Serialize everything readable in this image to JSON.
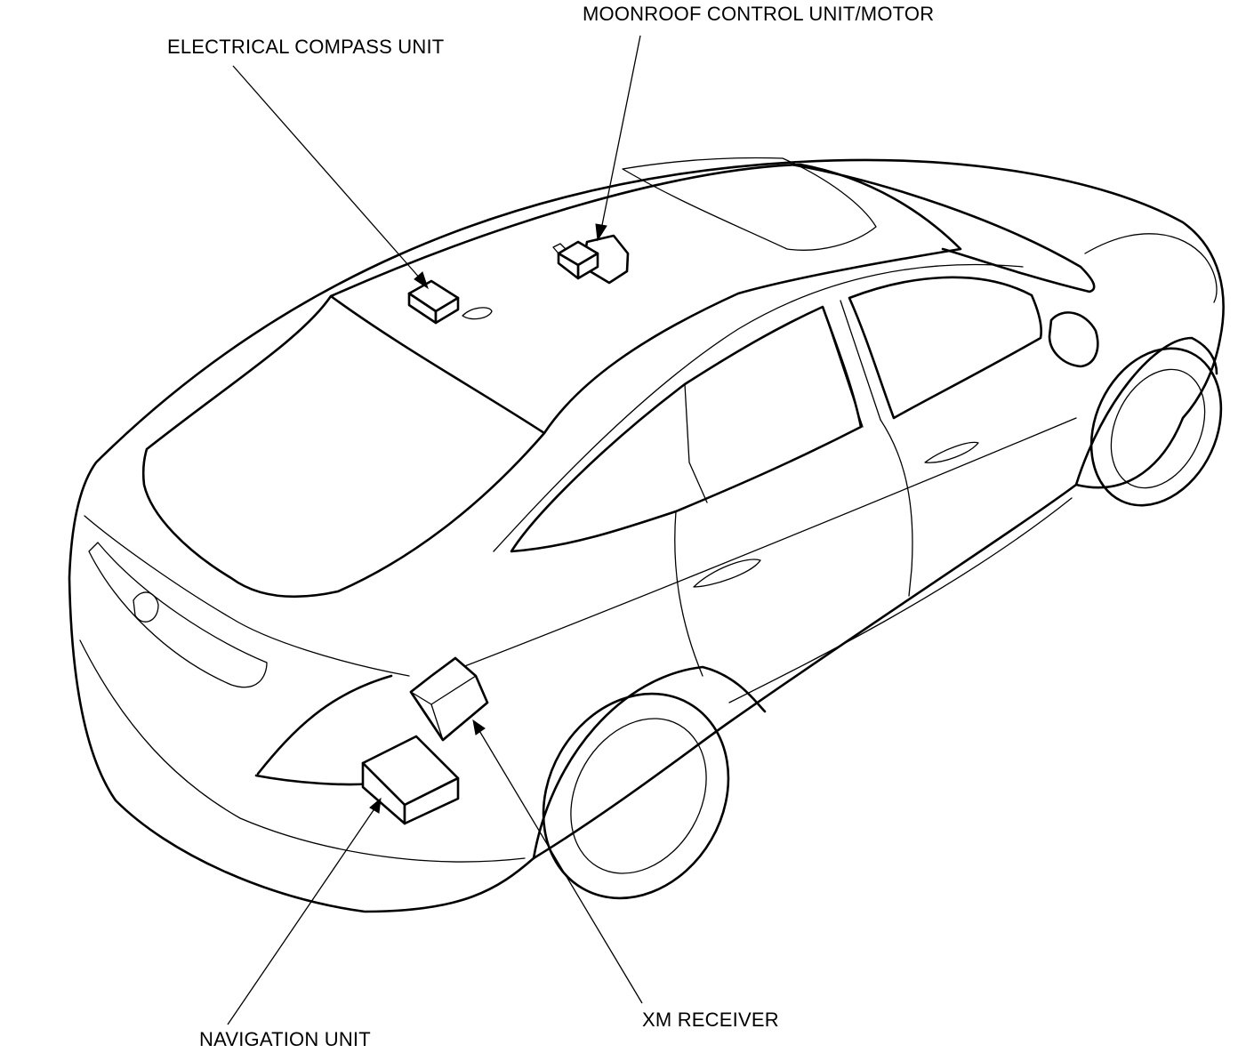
{
  "labels": {
    "moonroof": "MOONROOF CONTROL UNIT/MOTOR",
    "compass": "ELECTRICAL COMPASS UNIT",
    "xm": "XM RECEIVER",
    "navigation": "NAVIGATION UNIT"
  },
  "colors": {
    "line": "#000000",
    "background": "#ffffff"
  }
}
